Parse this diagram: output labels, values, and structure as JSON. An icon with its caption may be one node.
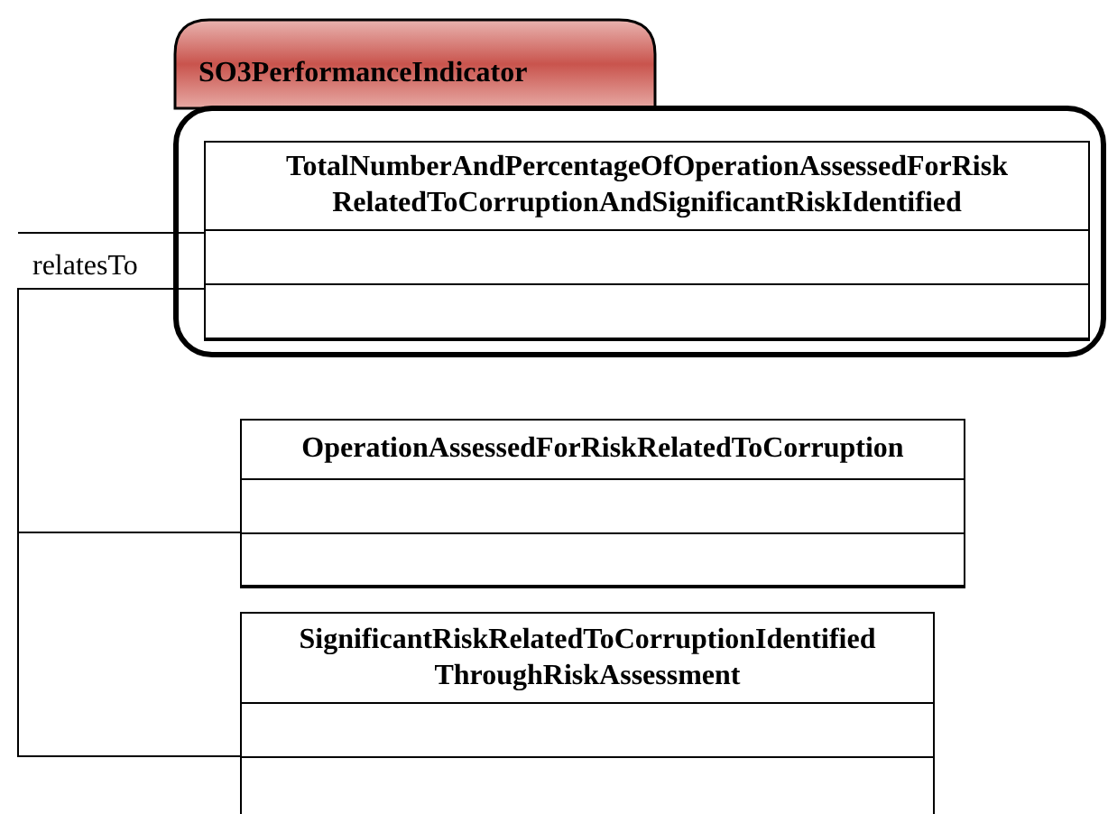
{
  "diagram": {
    "nodes": [
      {
        "text": [
          "SO3PerformanceIndicator"
        ]
      },
      {
        "text": [
          "TotalNumberAndPercentageOfOperationAssessedForRisk RelatedToCorruptionAndSignificantRiskIdentified"
        ],
        "in": 0
      },
      {
        "text": [
          "OperationAssessedForRiskRelatedToCorruption"
        ]
      },
      {
        "text": [
          "SignificantRiskRelatedToCorruptionIdentified ThroughRiskAssessment"
        ]
      }
    ],
    "edges": [
      {
        "from": 1,
        "to": null,
        "arrow": "none"
      },
      {
        "from": 1,
        "to": 2,
        "arrow": "none",
        "label": "relatesTo"
      },
      {
        "from": 1,
        "to": 3,
        "arrow": "none"
      }
    ]
  }
}
